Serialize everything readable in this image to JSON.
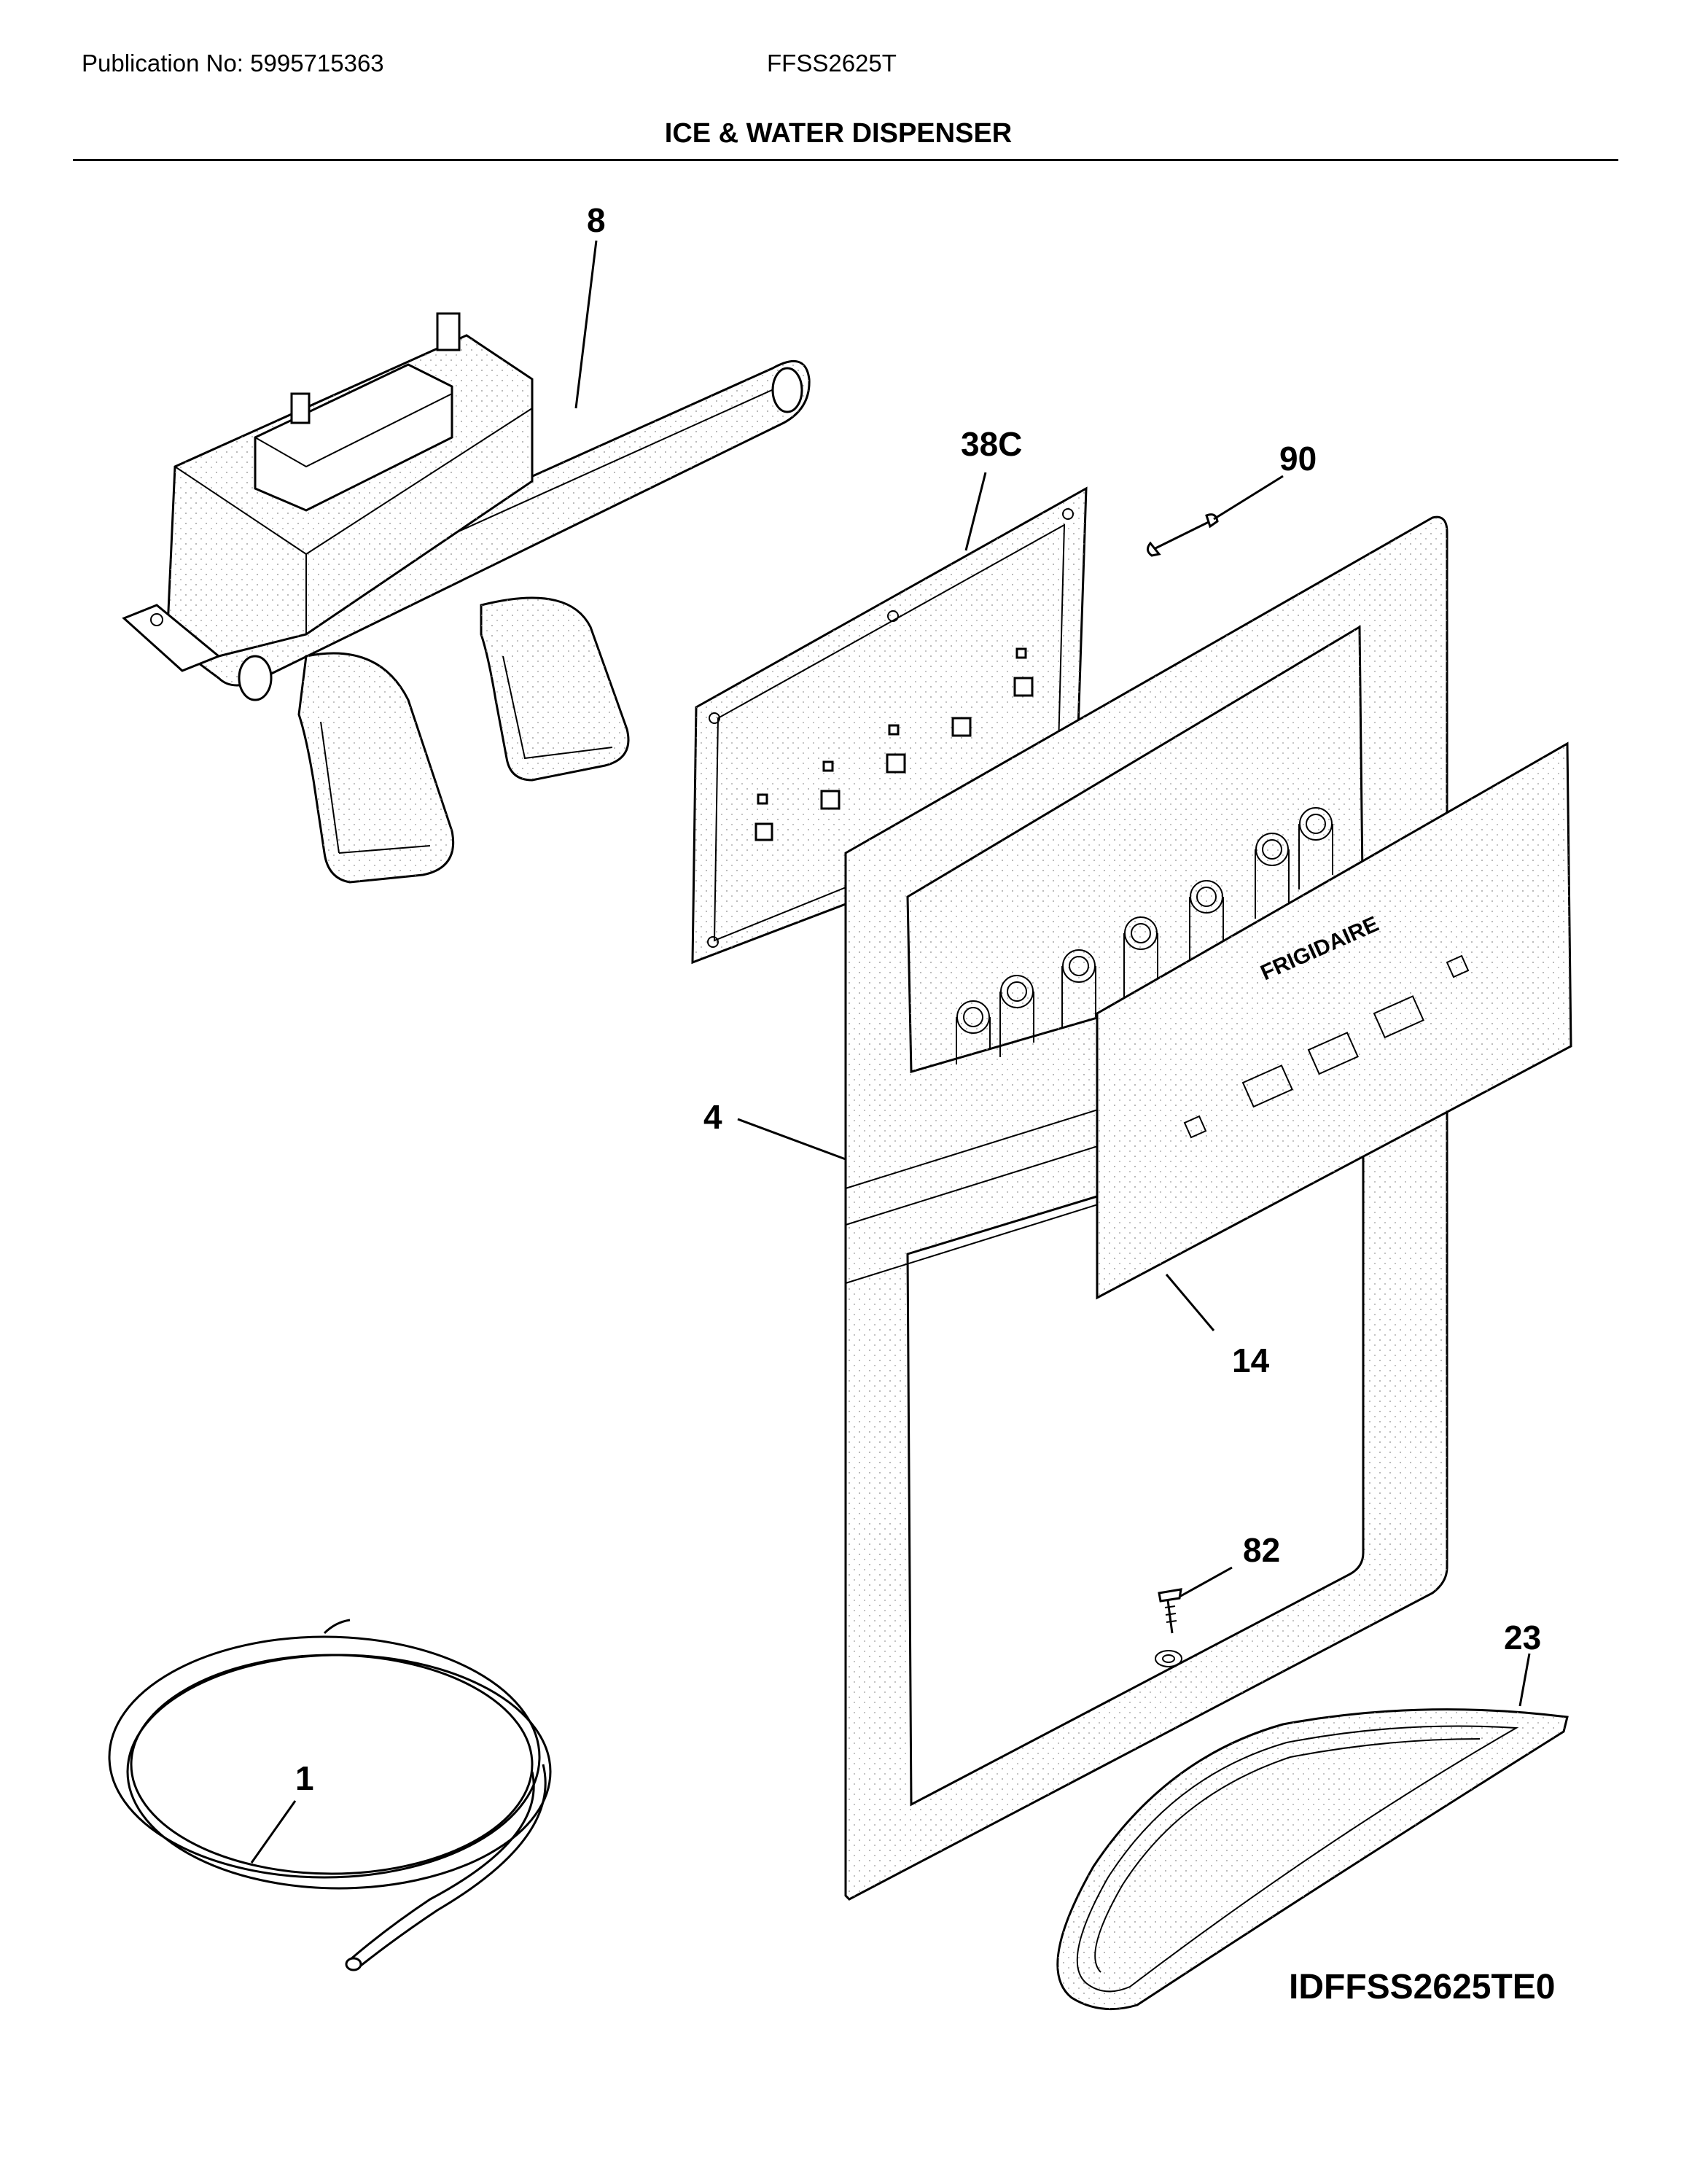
{
  "header": {
    "publication": "Publication No: 5995715363",
    "model": "FFSS2625T",
    "title": "ICE & WATER DISPENSER"
  },
  "callouts": {
    "c8": "8",
    "c38c": "38C",
    "c90": "90",
    "c4": "4",
    "c14": "14",
    "c82": "82",
    "c23": "23",
    "c1": "1"
  },
  "panel": {
    "brand": "FRIGIDAIRE"
  },
  "figure_id": "IDFFSS2625TE0"
}
